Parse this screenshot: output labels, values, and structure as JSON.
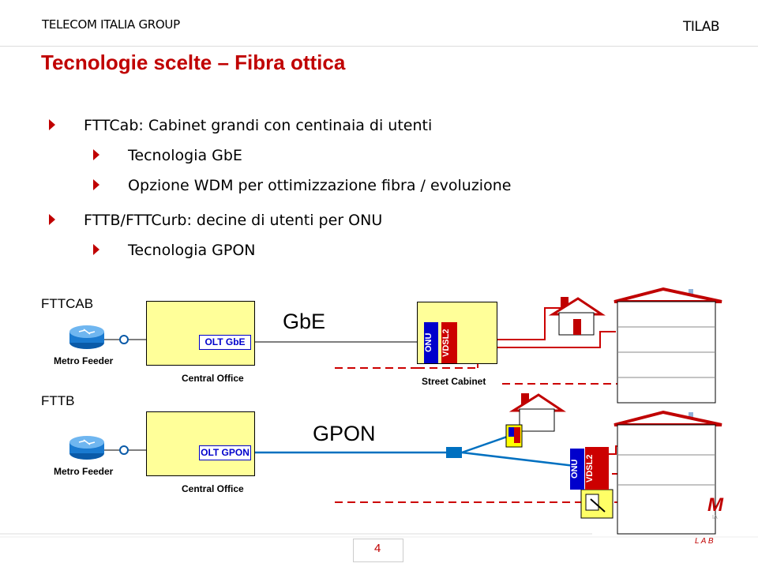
{
  "header": {
    "left": "TELECOM ITALIA GROUP",
    "right": "TILAB"
  },
  "title": "Tecnologie scelte – Fibra ottica",
  "bullets": [
    {
      "text": "FTTCab: Cabinet grandi con centinaia di utenti",
      "level": 1
    },
    {
      "text": "Tecnologia GbE",
      "level": 2
    },
    {
      "text": "Opzione WDM per ottimizzazione fibra / evoluzione",
      "level": 2
    },
    {
      "text": "FTTB/FTTCurb: decine di utenti per ONU",
      "level": 1
    },
    {
      "text": "Tecnologia GPON",
      "level": 2
    }
  ],
  "diagram": {
    "fttcab": {
      "section_label": "FTTCAB",
      "metro_label": "Metro Feeder",
      "olt_label": "OLT GbE",
      "central_office_label": "Central Office",
      "tech_label": "GbE",
      "onu_label": "ONU",
      "vdsl_label": "VDSL2",
      "cabinet_label": "Street Cabinet"
    },
    "fttb": {
      "section_label": "FTTB",
      "metro_label": "Metro Feeder",
      "olt_label": "OLT GPON",
      "central_office_label": "Central Office",
      "tech_label": "GPON",
      "onu_label": "ONU",
      "vdsl_label": "VDSL2"
    },
    "colors": {
      "accent": "#c00000",
      "central_office_fill": "#ffff99",
      "onu_fill": "#0000cc",
      "vdsl_fill": "#cc0000",
      "fiber": "#0070c0",
      "dashed": "#cc0000"
    }
  },
  "footer": {
    "page_number": "4",
    "brand_fragment": "M",
    "brand_sub": "IA",
    "lab_text": "L A B"
  }
}
